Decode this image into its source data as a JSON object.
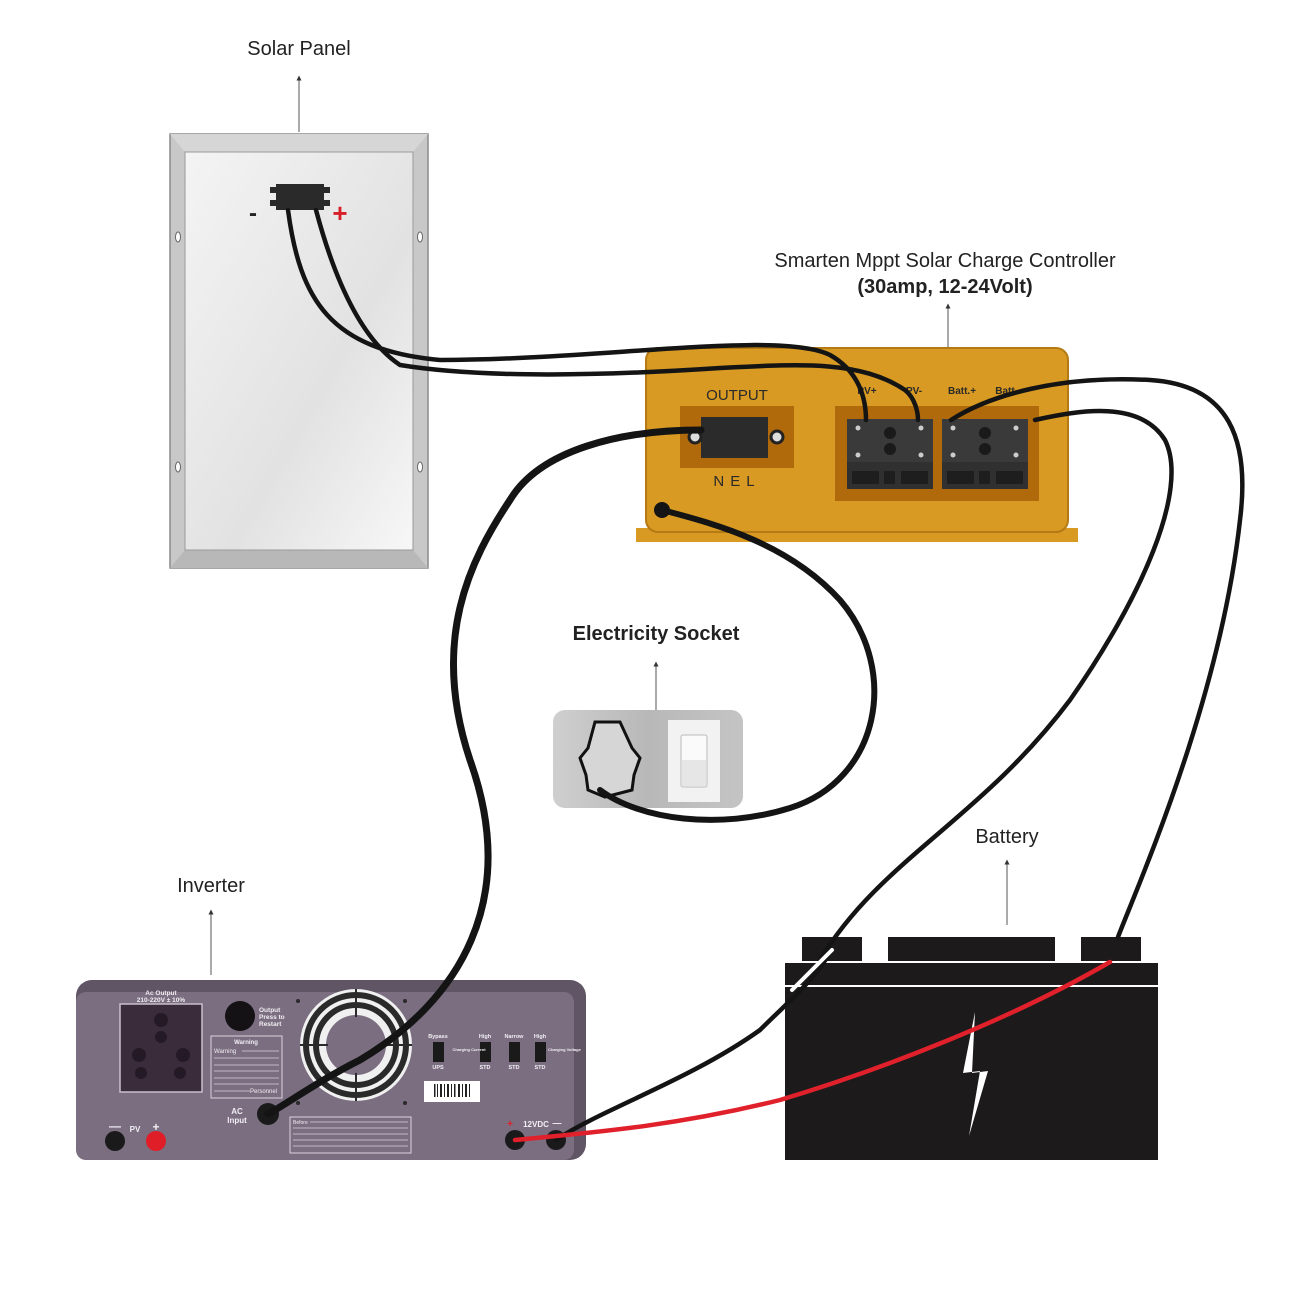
{
  "title": "Solar power system wiring diagram",
  "components": {
    "solar_panel": {
      "label": "Solar Panel",
      "neg_symbol": "-",
      "pos_symbol": "+"
    },
    "charge_controller": {
      "title": "Smarten Mppt Solar Charge Controller",
      "subtitle": "(30amp, 12-24Volt)",
      "output_label": "OUTPUT",
      "output_pins": "NEL",
      "terminals": [
        "PV+",
        "PV-",
        "Batt.+",
        "Batt.-"
      ]
    },
    "socket": {
      "label": "Electricity Socket"
    },
    "battery": {
      "label": "Battery"
    },
    "inverter": {
      "label": "Inverter",
      "ac_output_title": "Ac Output",
      "ac_output_spec": "210-220V ± 10%",
      "restart_label": [
        "Output",
        "Press to",
        "Restart"
      ],
      "warning_title": "Warning",
      "warning_first": "Warning",
      "warning_last": "Personnel",
      "ac_input": [
        "AC",
        "Input"
      ],
      "before_label": "Before",
      "pv_label": "PV",
      "pv_neg": "—",
      "pv_pos": "+",
      "dc_label": "12VDC",
      "dc_pos": "+",
      "dc_neg": "—",
      "switches": [
        {
          "top": "Bypass",
          "bottom": "UPS",
          "side": ""
        },
        {
          "top": "High",
          "bottom": "STD",
          "side": "Charging Current"
        },
        {
          "top": "Narrow",
          "bottom": "STD",
          "side": ""
        },
        {
          "top": "High",
          "bottom": "STD",
          "side": "Charging Voltage"
        }
      ]
    }
  },
  "colors": {
    "controller_body": "#d89a22",
    "controller_dark": "#b06a0c",
    "inverter_body": "#7a6e80",
    "battery_body": "#1c1a1a",
    "positive_wire": "#e0202a",
    "cable": "#141414"
  }
}
